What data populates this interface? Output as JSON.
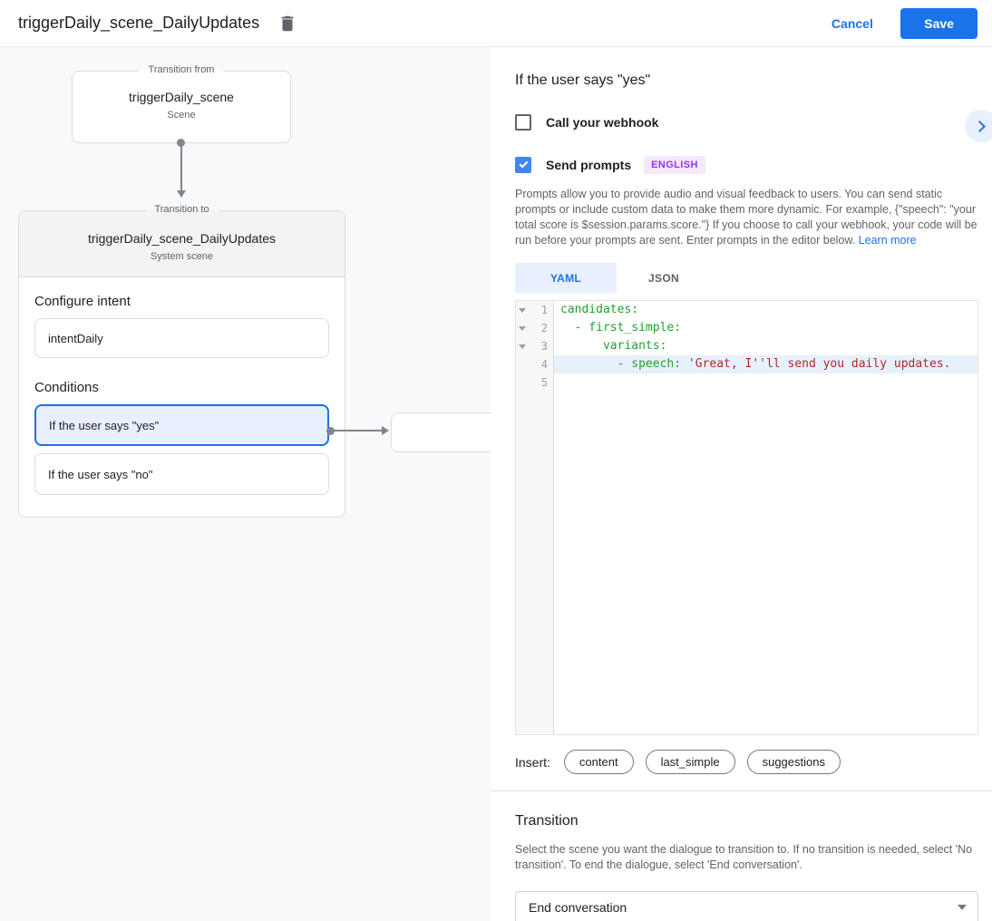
{
  "header": {
    "title": "triggerDaily_scene_DailyUpdates",
    "cancel_label": "Cancel",
    "save_label": "Save"
  },
  "icons": {
    "delete_icon": "trash",
    "collapse_icon": "chevron-right",
    "fold_icon": "triangle-down",
    "dropdown_icon": "caret-down",
    "check_icon": "checkmark"
  },
  "colors": {
    "accent": "#1a73e8",
    "selected_condition_bg": "#e8f0fe",
    "badge_bg": "#f3e8fd",
    "badge_text": "#9334e6",
    "code_key": "#1fa32f",
    "code_string": "#b3262c"
  },
  "diagram": {
    "from_node": {
      "legend": "Transition from",
      "title": "triggerDaily_scene",
      "subtitle": "Scene"
    },
    "to_node": {
      "legend": "Transition to",
      "title": "triggerDaily_scene_DailyUpdates",
      "subtitle": "System scene",
      "configure_intent_label": "Configure intent",
      "intent_value": "intentDaily",
      "conditions_label": "Conditions",
      "conditions": [
        {
          "label": "If the user says \"yes\"",
          "selected": true
        },
        {
          "label": "If the user says \"no\"",
          "selected": false
        }
      ]
    }
  },
  "panel": {
    "title": "If the user says \"yes\"",
    "webhook": {
      "label": "Call your webhook",
      "checked": false
    },
    "prompts": {
      "label": "Send prompts",
      "checked": true,
      "badge": "ENGLISH"
    },
    "description": "Prompts allow you to provide audio and visual feedback to users. You can send static prompts or include custom data to make them more dynamic. For example, {\"speech\": \"your total score is $session.params.score.\"} If you choose to call your webhook, your code will be run before your prompts are sent. Enter prompts in the editor below. ",
    "learn_more": "Learn more",
    "tabs": [
      {
        "label": "YAML",
        "active": true
      },
      {
        "label": "JSON",
        "active": false
      }
    ],
    "editor": {
      "lines": [
        {
          "number": "1",
          "segments": [
            {
              "text": "candidates:",
              "type": "key"
            }
          ]
        },
        {
          "number": "2",
          "segments": [
            {
              "text": "  - first_simple:",
              "type": "key"
            }
          ]
        },
        {
          "number": "3",
          "segments": [
            {
              "text": "      variants:",
              "type": "key"
            }
          ]
        },
        {
          "number": "4",
          "segments": [
            {
              "text": "        - speech: ",
              "type": "key"
            },
            {
              "text": "'Great, I''ll send you daily updates.",
              "type": "string"
            }
          ]
        },
        {
          "number": "5",
          "segments": []
        }
      ]
    },
    "insert": {
      "label": "Insert:",
      "chips": [
        "content",
        "last_simple",
        "suggestions"
      ]
    },
    "transition": {
      "title": "Transition",
      "description": "Select the scene you want the dialogue to transition to. If no transition is needed, select 'No transition'. To end the dialogue, select 'End conversation'.",
      "selected_value": "End conversation"
    }
  }
}
